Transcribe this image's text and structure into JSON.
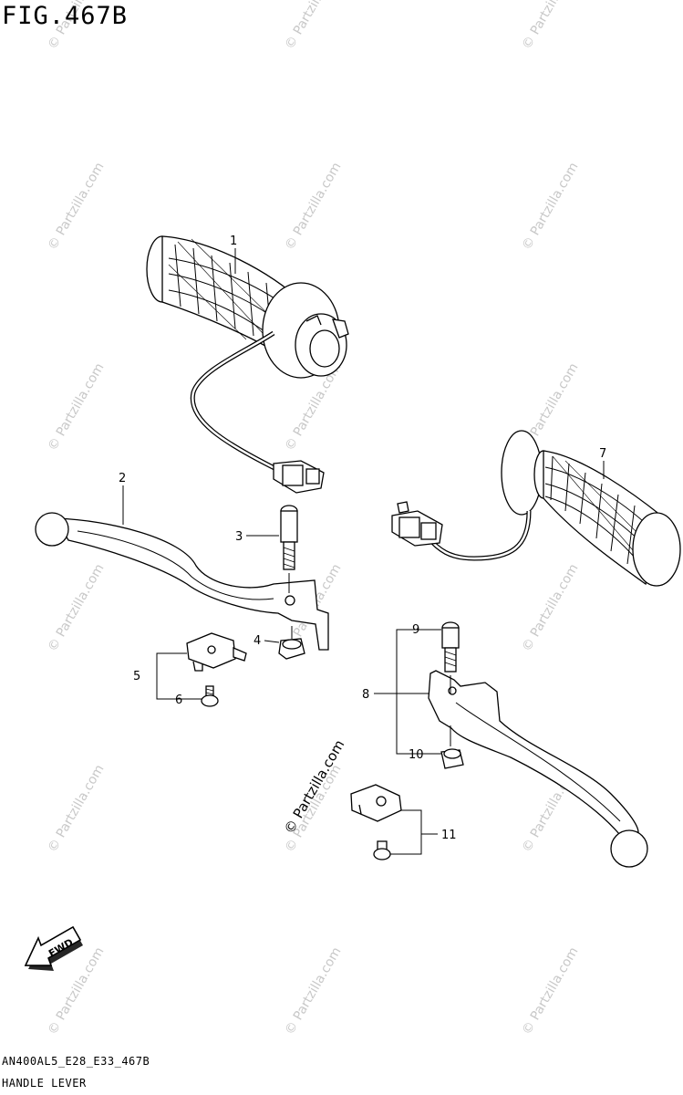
{
  "figure": {
    "title": "FIG.467B"
  },
  "footer": {
    "code": "AN400AL5_E28_E33_467B",
    "caption": "HANDLE LEVER"
  },
  "callouts": {
    "c1": "1",
    "c2": "2",
    "c3": "3",
    "c4": "4",
    "c5": "5",
    "c6": "6",
    "c7": "7",
    "c8": "8",
    "c9": "9",
    "c10": "10",
    "c11": "11"
  },
  "fwd_label": "FWD",
  "watermark_text": "© Partzilla.com",
  "center_watermark_text": "© Partzilla.com"
}
